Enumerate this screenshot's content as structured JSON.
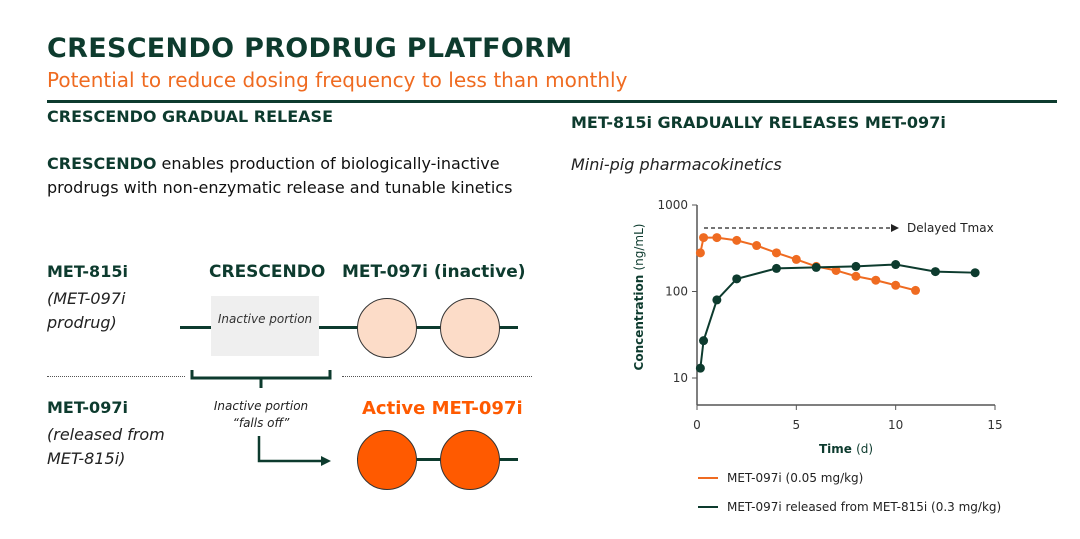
{
  "header": {
    "title": "CRESCENDO PRODRUG PLATFORM",
    "subtitle": "Potential to reduce dosing frequency to less than monthly"
  },
  "left": {
    "heading": "CRESCENDO GRADUAL RELEASE",
    "intro_bold": "CRESCENDO",
    "intro_rest": " enables production of biologically-inactive prodrugs with non-enzymatic release and tunable kinetics",
    "row1_label": "MET-815i",
    "row1_sub": "(MET-097i prodrug)",
    "col_crescendo": "CRESCENDO",
    "col_inactive": "MET-097i (inactive)",
    "box_text": "Inactive portion",
    "row2_label": "MET-097i",
    "row2_sub": "(released from MET-815i)",
    "falls_off": "Inactive portion “falls off”",
    "active_label": "Active MET-097i"
  },
  "colors": {
    "dark": "#0d3b2e",
    "orange": "#ef6b21",
    "active": "#ff5a00",
    "inactive": "#fcdcc8"
  },
  "right": {
    "heading": "MET-815i GRADUALLY RELEASES MET-097i",
    "subheading": "Mini-pig pharmacokinetics"
  },
  "chart_data": {
    "type": "line",
    "xlabel": "Time",
    "xlabel_unit": "(d)",
    "ylabel": "Concentration",
    "ylabel_unit": "(ng/mL)",
    "yscale": "log",
    "xlim": [
      0,
      15
    ],
    "ylim": [
      5,
      1000
    ],
    "xticks": [
      "0",
      "5",
      "10",
      "15"
    ],
    "yticks": [
      "10",
      "100",
      "1000"
    ],
    "annotation": "Delayed Tmax",
    "legend": "bottom",
    "series": [
      {
        "name": "MET-097i (0.05 mg/kg)",
        "color": "#ef6b21",
        "x": [
          0.17,
          0.33,
          1,
          2,
          3,
          4,
          5,
          6,
          7,
          8,
          9,
          10,
          11
        ],
        "y": [
          280,
          420,
          420,
          390,
          340,
          280,
          235,
          195,
          175,
          150,
          135,
          118,
          103
        ]
      },
      {
        "name": "MET-097i released from MET-815i (0.3 mg/kg)",
        "color": "#0d3b2e",
        "x": [
          0.17,
          0.33,
          1,
          2,
          4,
          6,
          8,
          10,
          12,
          14
        ],
        "y": [
          13,
          27,
          80,
          140,
          185,
          190,
          195,
          205,
          170,
          165
        ]
      }
    ]
  }
}
